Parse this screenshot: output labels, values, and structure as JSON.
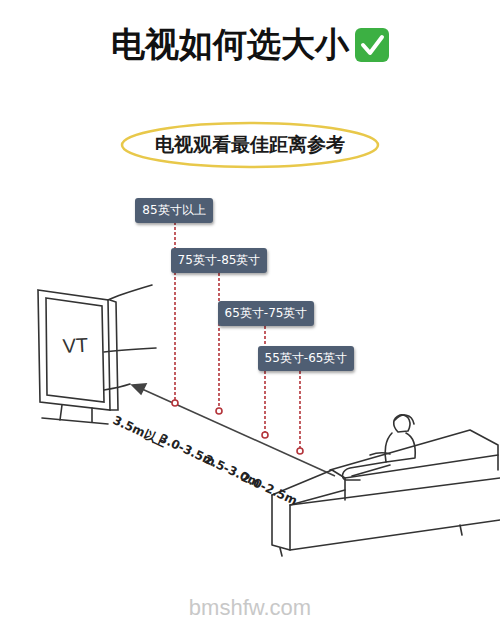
{
  "diagram": {
    "title": "电视如何选大小",
    "nodes": [
      {
        "text": [
          "电视观看最佳距离参考"
        ]
      },
      {
        "text": [
          "85英寸以上"
        ]
      },
      {
        "text": [
          "75英寸-85英寸"
        ]
      },
      {
        "text": [
          "65英寸-75英寸"
        ]
      },
      {
        "text": [
          "55英寸-65英寸"
        ]
      }
    ],
    "labels": [
      "VT",
      "3.5m以上",
      "3.0-3.5m",
      "2.5-3.0m",
      "2.0-2.5m",
      "bmshfw.com"
    ]
  }
}
